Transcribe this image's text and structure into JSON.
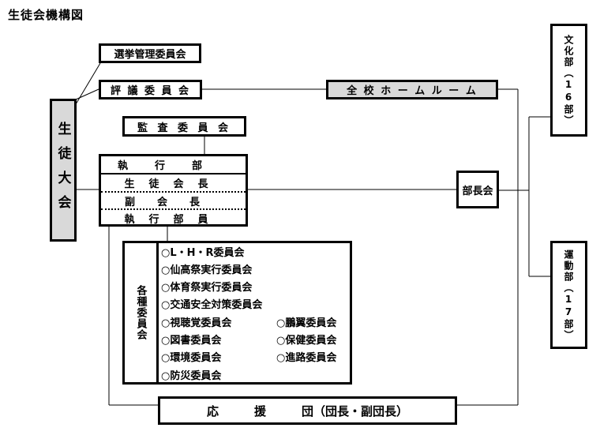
{
  "title": "生徒会機構図",
  "student_assembly": "生徒大会",
  "election_committee": "選挙管理委員会",
  "council_committee": "評 議 委 員 会",
  "homeroom": "全 校 ホ ー ム ル ー ム",
  "audit_committee": "監 査 委 員 会",
  "executive": {
    "header": "執行部",
    "rows": [
      "生徒会長",
      "副会長",
      "執行部員"
    ]
  },
  "dept_heads": "部長会",
  "culture_clubs": "文化部（16部）",
  "sports_clubs": "運動部（17部）",
  "committees_label": "各種委員会",
  "committees_left": [
    "○L・H・R委員会",
    "○仙高祭実行委員会",
    "○体育祭実行委員会",
    "○交通安全対策委員会",
    "○視聴覚委員会",
    "○図書委員会",
    "○環境委員会",
    "○防災委員会"
  ],
  "committees_right": [
    "○鵬翼委員会",
    "○保健委員会",
    "○進路委員会"
  ],
  "cheer_squad": "応　　　援　　　団（団長・副団長）"
}
